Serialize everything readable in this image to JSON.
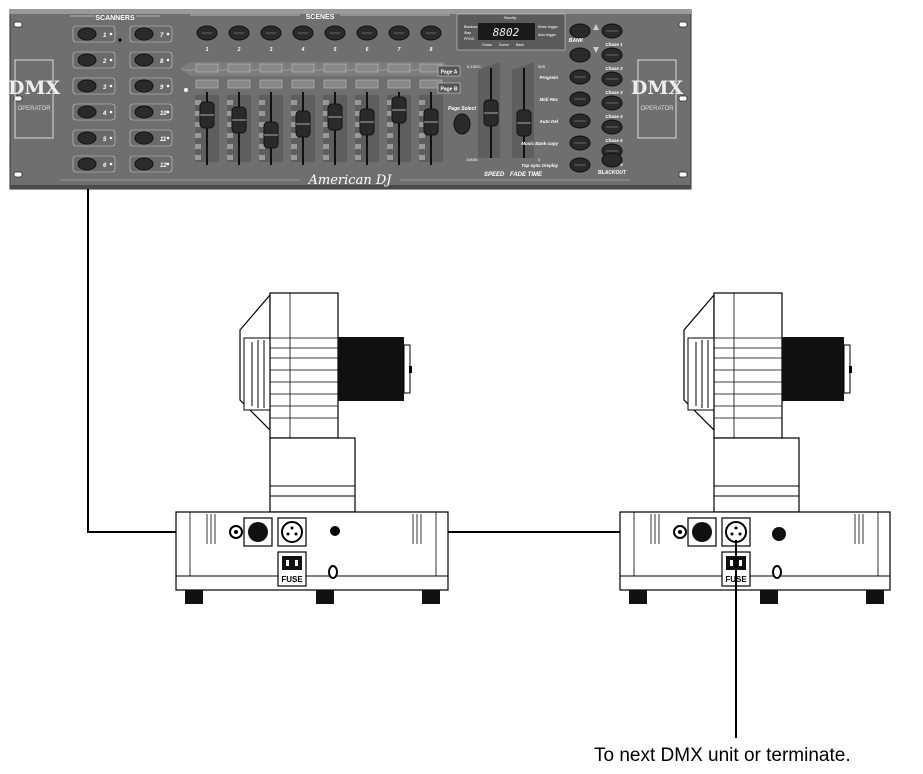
{
  "controller": {
    "group_scanners": "SCANNERS",
    "group_scenes": "SCENES",
    "scanner_buttons": [
      "1",
      "7",
      "2",
      "8",
      "3",
      "9",
      "4",
      "10",
      "5",
      "11",
      "6",
      "12"
    ],
    "scene_numbers": [
      "1",
      "2",
      "3",
      "4",
      "5",
      "6",
      "7",
      "8"
    ],
    "page_a": "Page A",
    "page_b": "Page B",
    "page_select": "Page Select",
    "display_value": "8802",
    "display_labels": [
      "Standby",
      "Blackout",
      "Music trigger",
      "Step",
      "Auto trigger",
      "PROG",
      "Chase",
      "Scene",
      "Bank"
    ],
    "bank": "BANK",
    "left_buttons": [
      "Program",
      "Midi Rec",
      "Auto Del",
      "Music Bank copy",
      "Tap sync Display"
    ],
    "chase_buttons": [
      "Chase 1",
      "Chase 2",
      "Chase 3",
      "Chase 4",
      "Chase 5",
      "Chase 6"
    ],
    "blackout": "BLACKOUT",
    "speed": "SPEED",
    "fade_time": "FADE TIME",
    "range_top_left": "0.1SEC",
    "range_top_right": "30S",
    "range_bottom_left": "10MIN",
    "range_bottom_right": "0",
    "brand": "American DJ",
    "logo_text": "DMX",
    "logo_sub": "OPERATOR"
  },
  "fixtures": [
    {
      "fuse_label": "FUSE"
    },
    {
      "fuse_label": "FUSE"
    }
  ],
  "caption": "To next DMX unit or terminate."
}
